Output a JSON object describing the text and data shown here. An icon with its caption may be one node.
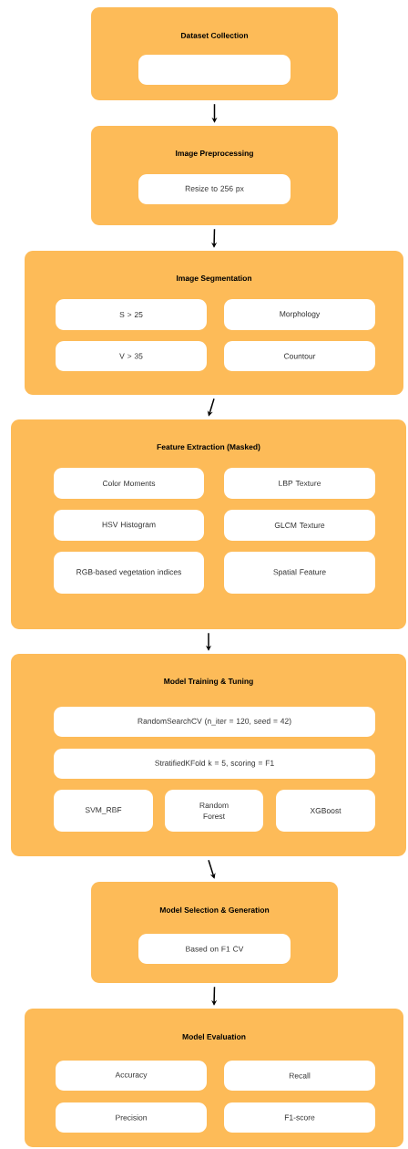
{
  "diagram": {
    "nodes": [
      {
        "text": [
          "Dataset Collection"
        ]
      },
      {
        "text": [],
        "shape": "box",
        "in": 0
      },
      {
        "text": [
          "Image Preprocessing"
        ]
      },
      {
        "text": [
          "Resize to 256 px"
        ],
        "in": 2
      },
      {
        "text": [
          "Image Segmentation"
        ]
      },
      {
        "text": [
          "S > 25"
        ],
        "in": 4
      },
      {
        "text": [
          "Morphology"
        ],
        "in": 4
      },
      {
        "text": [
          "V > 35"
        ],
        "in": 4
      },
      {
        "text": [
          "Countour"
        ],
        "in": 4
      },
      {
        "text": [
          "Feature Extraction (Masked)"
        ]
      },
      {
        "text": [
          "Color Moments"
        ],
        "in": 9
      },
      {
        "text": [
          "LBP Texture"
        ],
        "in": 9
      },
      {
        "text": [
          "HSV Histogram"
        ],
        "in": 9
      },
      {
        "text": [
          "GLCM Texture"
        ],
        "in": 9
      },
      {
        "text": [
          "RGB-based vegetation indices"
        ],
        "in": 9
      },
      {
        "text": [
          "Spatial Feature"
        ],
        "in": 9
      },
      {
        "text": [
          "Model Training & Tuning"
        ]
      },
      {
        "text": [
          "RandomSearchCV (n_iter = 120, seed = 42)"
        ],
        "in": 16
      },
      {
        "text": [
          "StratifiedKFold k = 5, scoring = F1"
        ],
        "in": 16
      },
      {
        "text": [
          "SVM_RBF"
        ],
        "in": 16
      },
      {
        "text": [
          "Random Forest"
        ],
        "in": 16
      },
      {
        "text": [
          "XGBoost"
        ],
        "in": 16
      },
      {
        "text": [
          "Model Selection & Generation"
        ]
      },
      {
        "text": [
          "Based on F1 CV"
        ],
        "in": 22
      },
      {
        "text": [
          "Model Evaluation"
        ]
      },
      {
        "text": [
          "Accuracy"
        ],
        "in": 24
      },
      {
        "text": [
          "Recall"
        ],
        "in": 24
      },
      {
        "text": [
          "Precision"
        ],
        "in": 24
      },
      {
        "text": [
          "F1-score"
        ],
        "in": 24
      }
    ],
    "edges": [
      {
        "from": 0,
        "to": 2,
        "arrow": "to"
      },
      {
        "from": 2,
        "to": 4,
        "arrow": "to"
      },
      {
        "from": 4,
        "to": 9,
        "arrow": "to"
      },
      {
        "from": 9,
        "to": 16,
        "arrow": "to"
      },
      {
        "from": 16,
        "to": 22,
        "arrow": "to"
      },
      {
        "from": 22,
        "to": 24,
        "arrow": "to"
      }
    ]
  }
}
